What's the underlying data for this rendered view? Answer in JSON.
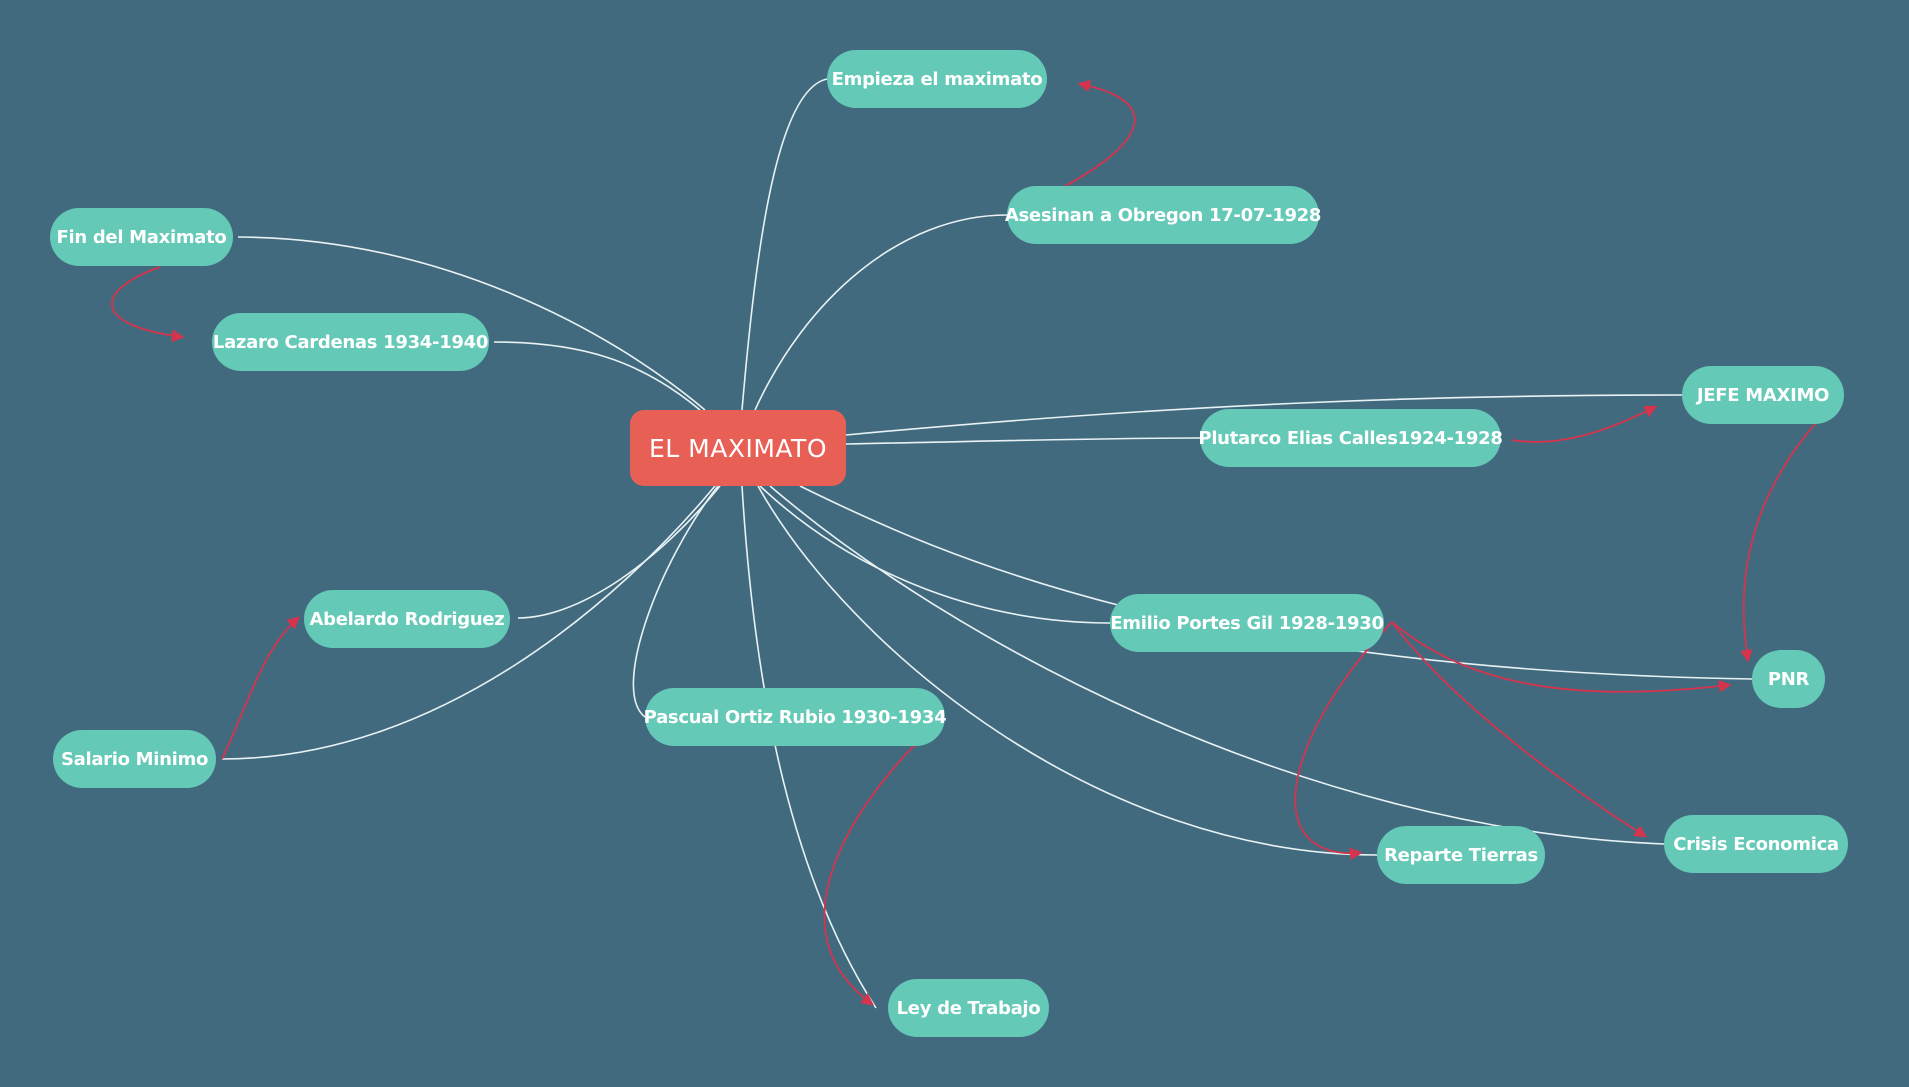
{
  "diagram": {
    "colors": {
      "background": "#426a7f",
      "node": "#64c9b6",
      "root": "#e85f55",
      "connector": "#e8f2f4",
      "relation": "#d6334d"
    },
    "root": {
      "id": "maximato",
      "label": "EL MAXIMATO"
    },
    "nodes": [
      {
        "id": "empieza",
        "label": "Empieza el maximato"
      },
      {
        "id": "asesinan",
        "label": "Asesinan a Obregon 17-07-1928"
      },
      {
        "id": "fin",
        "label": "Fin del Maximato"
      },
      {
        "id": "lazaro",
        "label": "Lazaro Cardenas 1934-1940"
      },
      {
        "id": "jefe",
        "label": "JEFE MAXIMO"
      },
      {
        "id": "plutarco",
        "label": "Plutarco Elias Calles1924-1928"
      },
      {
        "id": "emilio",
        "label": "Emilio Portes Gil 1928-1930"
      },
      {
        "id": "pnr",
        "label": "PNR"
      },
      {
        "id": "abelardo",
        "label": "Abelardo Rodriguez"
      },
      {
        "id": "pascual",
        "label": "Pascual Ortiz Rubio 1930-1934"
      },
      {
        "id": "salario",
        "label": "Salario Minimo"
      },
      {
        "id": "crisis",
        "label": "Crisis Economica"
      },
      {
        "id": "reparte",
        "label": "Reparte Tierras"
      },
      {
        "id": "ley",
        "label": "Ley de Trabajo"
      }
    ],
    "connections": [
      {
        "from": "maximato",
        "to": "empieza"
      },
      {
        "from": "maximato",
        "to": "asesinan"
      },
      {
        "from": "maximato",
        "to": "fin"
      },
      {
        "from": "maximato",
        "to": "lazaro"
      },
      {
        "from": "maximato",
        "to": "jefe"
      },
      {
        "from": "maximato",
        "to": "plutarco"
      },
      {
        "from": "maximato",
        "to": "emilio"
      },
      {
        "from": "maximato",
        "to": "pnr"
      },
      {
        "from": "maximato",
        "to": "abelardo"
      },
      {
        "from": "maximato",
        "to": "pascual"
      },
      {
        "from": "maximato",
        "to": "salario"
      },
      {
        "from": "maximato",
        "to": "crisis"
      },
      {
        "from": "maximato",
        "to": "reparte"
      },
      {
        "from": "maximato",
        "to": "ley"
      }
    ],
    "relations": [
      {
        "from": "asesinan",
        "to": "empieza"
      },
      {
        "from": "fin",
        "to": "lazaro"
      },
      {
        "from": "plutarco",
        "to": "jefe"
      },
      {
        "from": "jefe",
        "to": "pnr"
      },
      {
        "from": "emilio",
        "to": "pnr"
      },
      {
        "from": "emilio",
        "to": "crisis"
      },
      {
        "from": "emilio",
        "to": "reparte"
      },
      {
        "from": "salario",
        "to": "abelardo"
      },
      {
        "from": "pascual",
        "to": "ley"
      }
    ]
  }
}
